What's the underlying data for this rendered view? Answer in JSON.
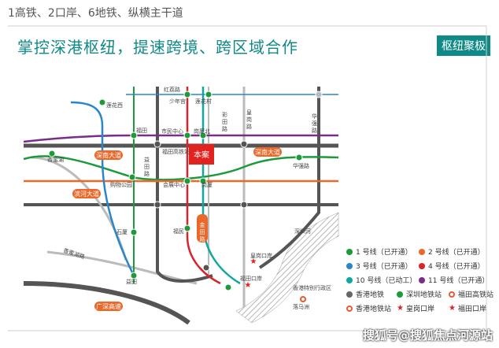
{
  "header": {
    "top_title": "1高铁、2口岸、6地铁、纵横主干道",
    "headline": "掌控深港枢纽，提速跨境、跨区域合作",
    "badge": "枢纽聚极"
  },
  "map": {
    "project_label": "本案",
    "roads": {
      "shenNan": "深南大道",
      "shenNan2": "深南大道",
      "binhe": "滨河大道",
      "guangshen": "广深高速",
      "xiangmihu": "香蜜湖路",
      "yitian": "益田路",
      "huangtian": "皇岗路",
      "caitian": "彩田路",
      "huaqiang": "华强路",
      "jintian": "金田路",
      "honglin": "红荔路",
      "shenzhenhe": "深圳河",
      "hk": "香港特别行政区"
    },
    "stations": {
      "lianhuaxi": "莲花西",
      "futian": "福田",
      "shaoniangong": "少年宫",
      "lianhuacun": "莲花村",
      "shiminzhongxin": "市民中心",
      "gangshabei": "岗厦北",
      "futianhighspeed": "福田高铁站",
      "xiangmi": "香蜜湖",
      "gouwugongyuan": "购物公园",
      "huizhanzhongxin": "会展中心",
      "gangsha": "岗厦",
      "huaqianglu": "华强路",
      "shixia": "石厦",
      "fumin": "福民",
      "yitian": "益田",
      "huanggangkouan": "皇岗口岸",
      "futiankouan": "福田口岸",
      "luomazhou": "落马洲"
    }
  },
  "legend": {
    "items": [
      {
        "label": "1 号线（已开通）",
        "kind": "dot",
        "color": "#1d9a3a"
      },
      {
        "label": "2 号线（已开通）",
        "kind": "dot",
        "color": "#e9682a"
      },
      {
        "label": "3 号线（已开通）",
        "kind": "dot",
        "color": "#2b86c8"
      },
      {
        "label": "4 号线（已开通）",
        "kind": "dot",
        "color": "#d6252b"
      },
      {
        "label": "10 号线（已动工）",
        "kind": "dot",
        "color": "#0fa7a0"
      },
      {
        "label": "11 号线（已开通）",
        "kind": "dot",
        "color": "#7a2c8c"
      },
      {
        "label": "香港地铁",
        "kind": "dot",
        "color": "#666666"
      },
      {
        "label": "深圳地铁站",
        "kind": "dot",
        "color": "#1d9a3a"
      },
      {
        "label": "福田高铁站",
        "kind": "ring",
        "color": "#e85a36"
      },
      {
        "label": "香港地铁站",
        "kind": "ring",
        "color": "#e85a36"
      },
      {
        "label": "皇岗口岸",
        "kind": "star",
        "color": "#e02020"
      },
      {
        "label": "福田口岸",
        "kind": "star",
        "color": "#e02020"
      }
    ]
  },
  "watermark": "搜狐号@搜狐焦点河源站"
}
